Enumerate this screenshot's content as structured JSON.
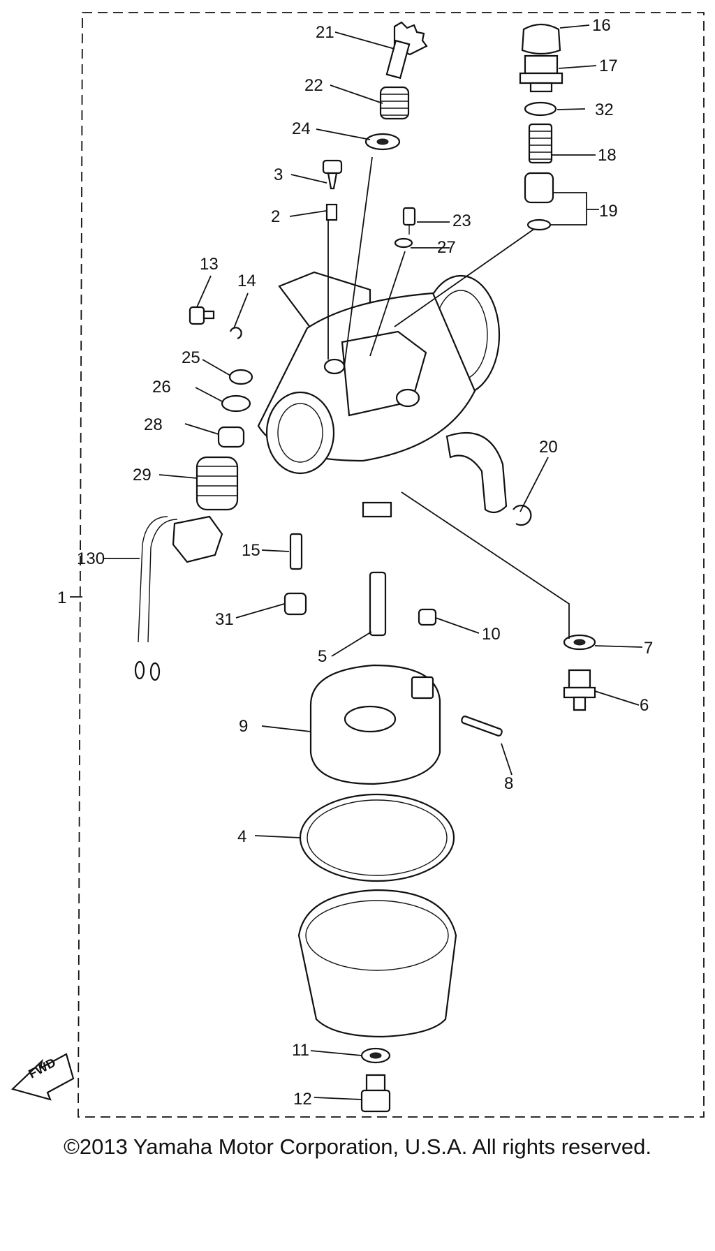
{
  "copyright": "©2013 Yamaha Motor Corporation, U.S.A. All rights reserved.",
  "fwd_label": "FWD",
  "callouts": [
    "1",
    "2",
    "3",
    "4",
    "5",
    "6",
    "7",
    "8",
    "9",
    "10",
    "11",
    "12",
    "13",
    "14",
    "15",
    "16",
    "17",
    "18",
    "19",
    "20",
    "21",
    "22",
    "23",
    "24",
    "25",
    "26",
    "27",
    "28",
    "29",
    "130",
    "31",
    "32"
  ]
}
